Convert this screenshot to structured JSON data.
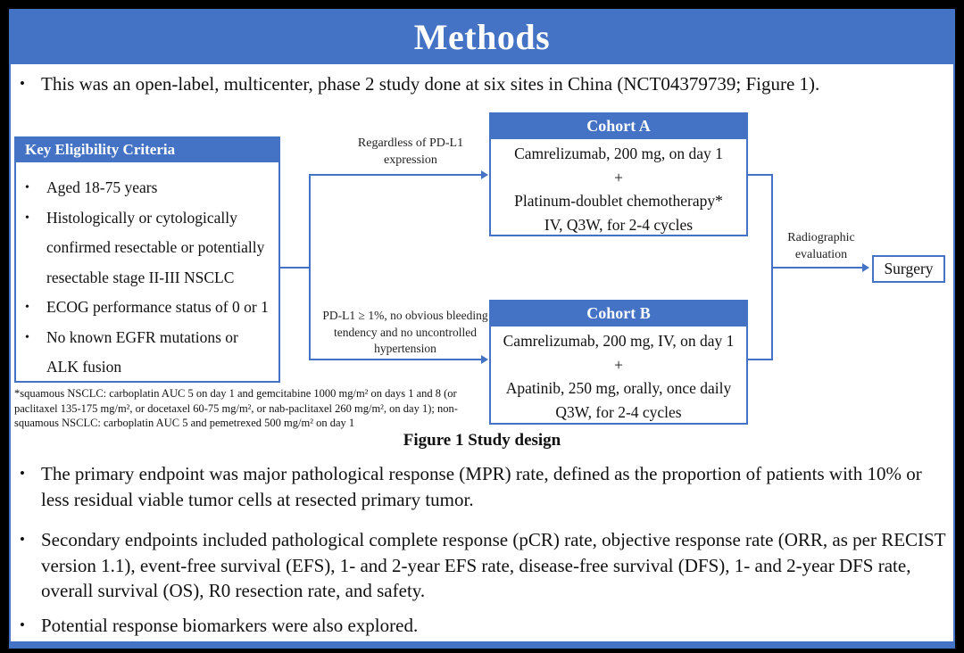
{
  "header": {
    "title": "Methods"
  },
  "intro": {
    "text": "This was an open-label, multicenter, phase 2 study done at six sites in China (NCT04379739; Figure 1)."
  },
  "diagram": {
    "eligibility": {
      "title": "Key Eligibility Criteria",
      "items": [
        "Aged 18-75 years",
        "Histologically or cytologically confirmed resectable or potentially resectable stage II-III NSCLC",
        "ECOG performance status of 0 or 1",
        "No known EGFR mutations or ALK fusion"
      ]
    },
    "branch_top_label": "Regardless of PD-L1 expression",
    "branch_bottom_label": "PD-L1 ≥ 1%, no obvious bleeding tendency and no uncontrolled hypertension",
    "cohort_a": {
      "title": "Cohort A",
      "lines": [
        "Camrelizumab, 200 mg, on day 1",
        "+",
        "Platinum-doublet chemotherapy*",
        "IV, Q3W, for 2-4 cycles"
      ]
    },
    "cohort_b": {
      "title": "Cohort B",
      "lines": [
        "Camrelizumab, 200 mg, IV, on day 1",
        "+",
        "Apatinib, 250 mg, orally, once daily",
        "Q3W, for 2-4 cycles"
      ]
    },
    "evaluation_label": "Radiographic evaluation",
    "surgery_label": "Surgery",
    "footnote": "*squamous NSCLC: carboplatin AUC 5 on day 1 and gemcitabine 1000 mg/m² on days 1 and 8 (or paclitaxel 135-175 mg/m², or docetaxel 60-75 mg/m², or nab-paclitaxel 260 mg/m², on day 1); non-squamous NSCLC: carboplatin AUC 5 and pemetrexed 500 mg/m² on day 1",
    "caption": "Figure 1 Study design"
  },
  "endpoints": {
    "primary": "The primary endpoint was major pathological response (MPR) rate, defined as the proportion of patients with 10% or less residual viable tumor cells at resected primary tumor.",
    "secondary": "Secondary endpoints included pathological complete response (pCR) rate, objective response rate (ORR, as per RECIST version 1.1), event-free survival (EFS), 1- and 2-year EFS rate, disease-free survival (DFS), 1- and 2-year DFS rate, overall survival (OS), R0 resection rate, and safety.",
    "biomarkers": "Potential response biomarkers were also explored."
  },
  "glyphs": {
    "bullet": "•"
  },
  "colors": {
    "accent_blue": "#4472C4",
    "frame_black": "#000000",
    "text_black": "#111111",
    "white": "#FFFFFF"
  }
}
